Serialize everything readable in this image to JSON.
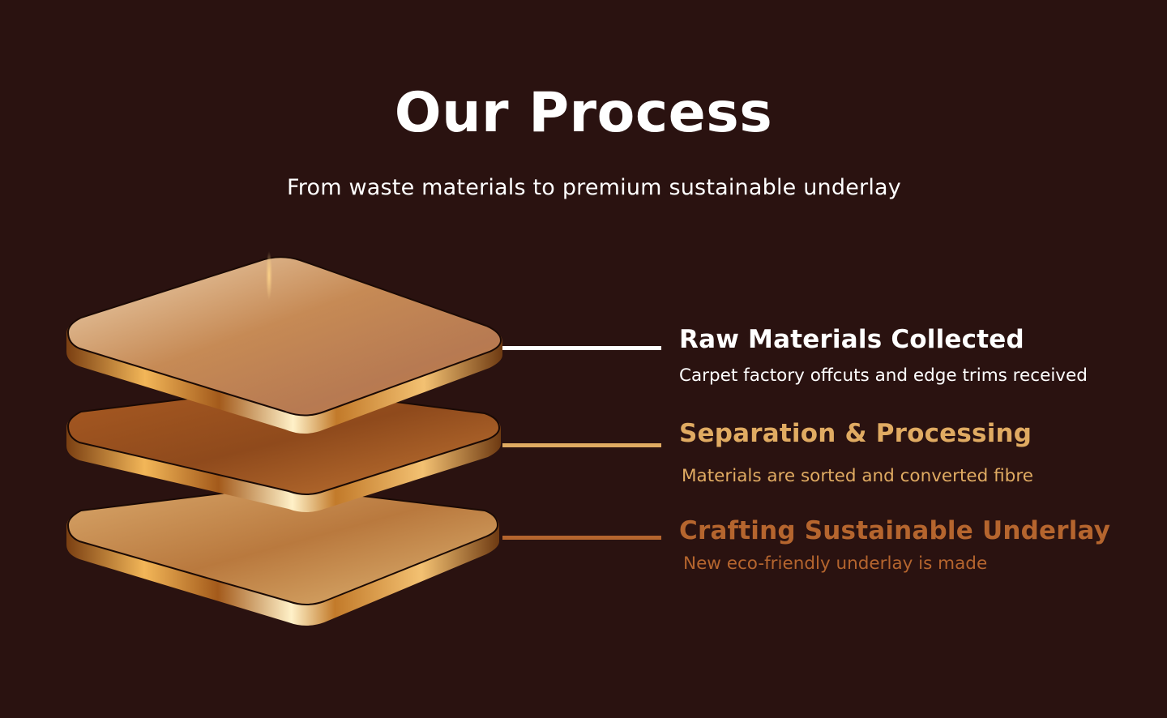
{
  "header": {
    "title": "Our Process",
    "subtitle": "From waste materials to premium sustainable underlay"
  },
  "steps": [
    {
      "title": "Raw Materials Collected",
      "description": "Carpet factory offcuts and edge trims received",
      "color": "#ffffff",
      "line_color": "#ffffff"
    },
    {
      "title": "Separation & Processing",
      "description": "Materials are sorted and converted fibre",
      "color": "#e0ab62",
      "line_color": "#e0ab62"
    },
    {
      "title": "Crafting Sustainable Underlay",
      "description": "New eco-friendly underlay is made",
      "color": "#b5652e",
      "line_color": "#b5652e"
    }
  ],
  "graphic": {
    "icon": "stacked-layers-icon",
    "layers": 3
  },
  "colors": {
    "background": "#2a1210",
    "title": "#ffffff",
    "accent_gold": "#e0ab62",
    "accent_copper": "#b5652e"
  }
}
